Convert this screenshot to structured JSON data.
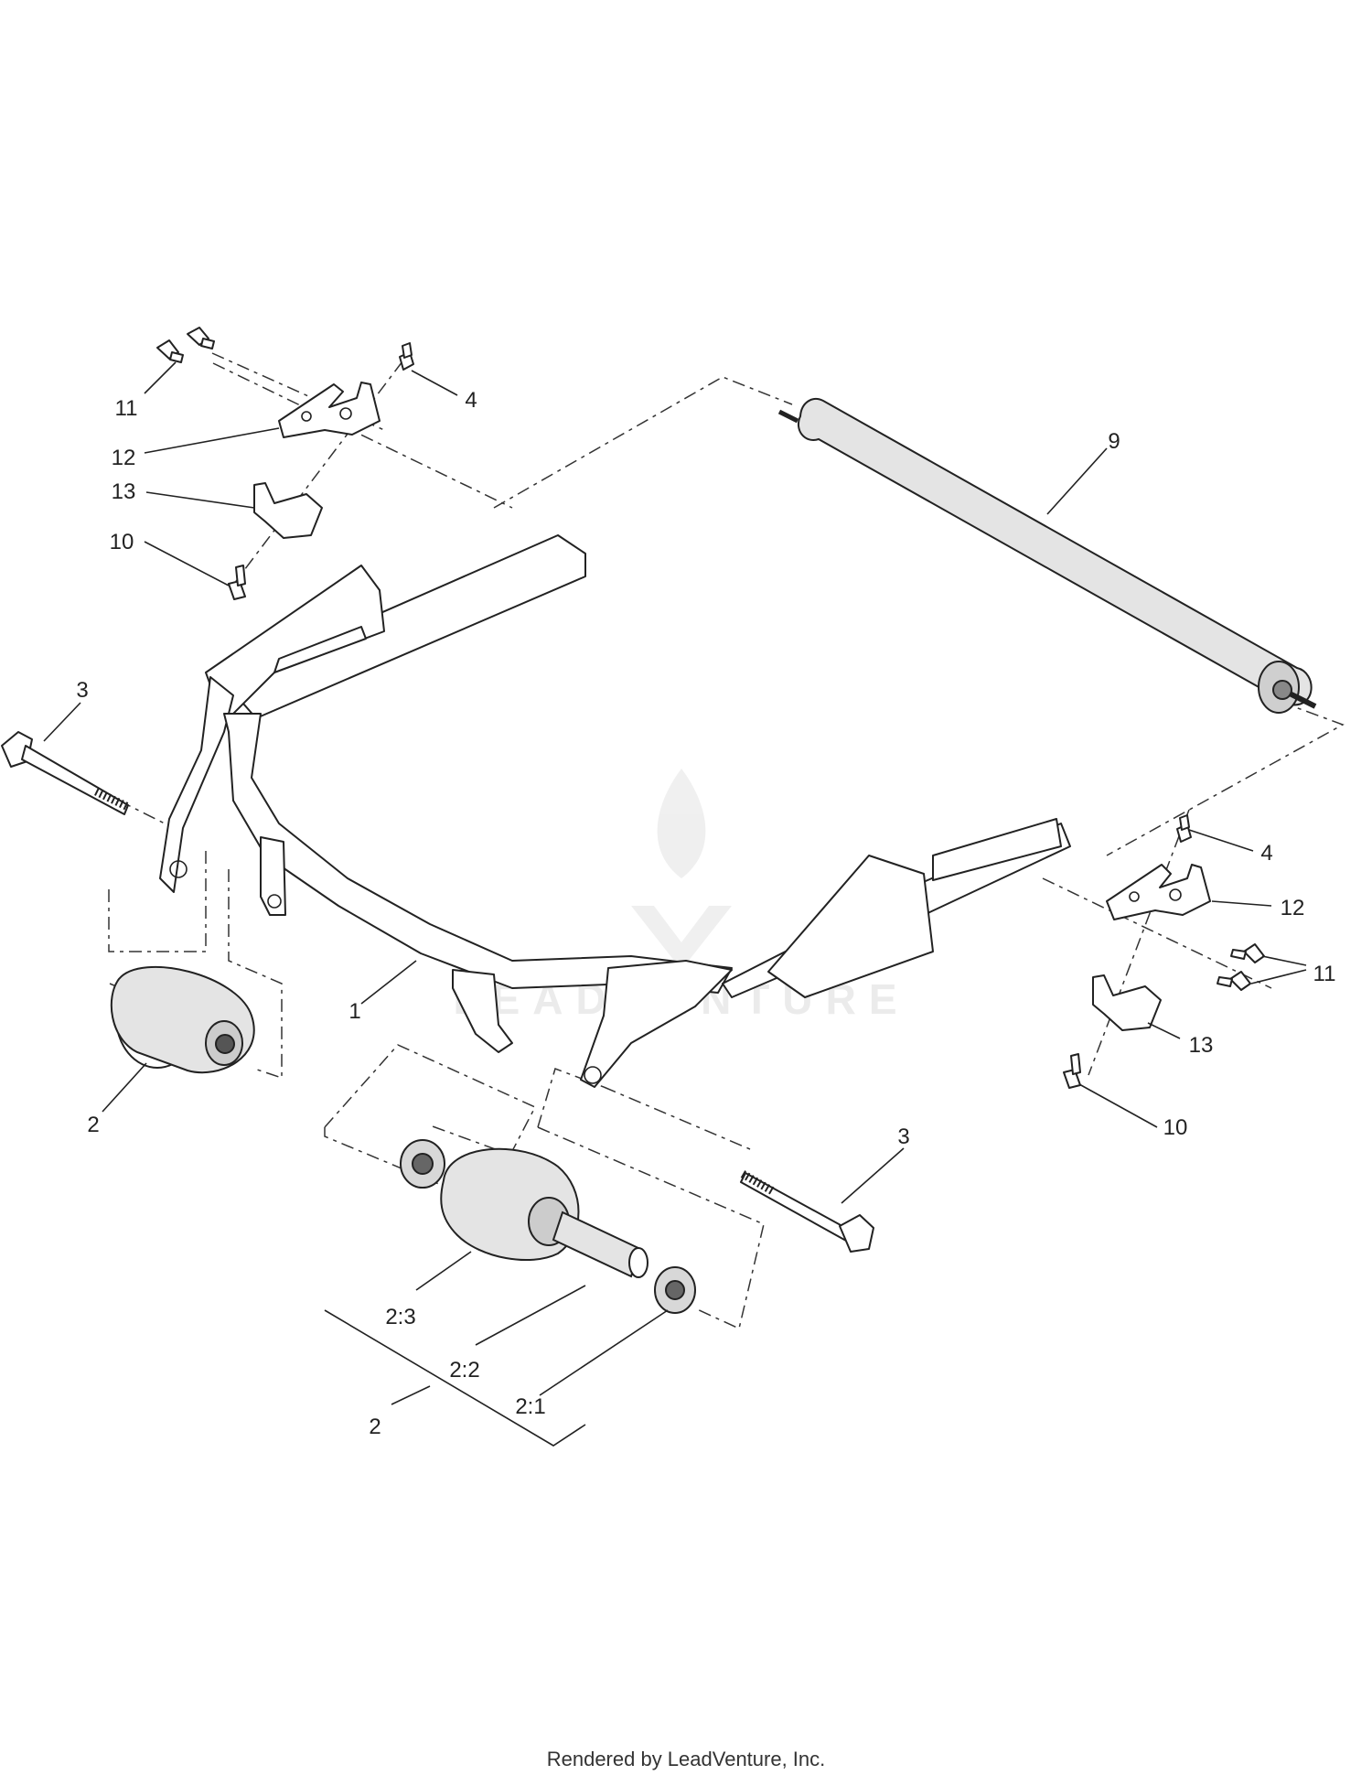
{
  "callouts": {
    "c11_left": "11",
    "c4_left": "4",
    "c12_left": "12",
    "c13_left": "13",
    "c10_left": "10",
    "c9": "9",
    "c3_left": "3",
    "c1": "1",
    "c2_left": "2",
    "c4_right": "4",
    "c12_right": "12",
    "c11_right": "11",
    "c13_right": "13",
    "c10_right": "10",
    "c3_right": "3",
    "c2_3": "2:3",
    "c2_2": "2:2",
    "c2_1": "2:1",
    "c2_bottom": "2"
  },
  "watermark": "LEADVENTURE",
  "footer": "Rendered by LeadVenture, Inc.",
  "colors": {
    "line": "#222222",
    "roller_fill": "#e4e4e4",
    "watermark": "#ebebeb"
  }
}
